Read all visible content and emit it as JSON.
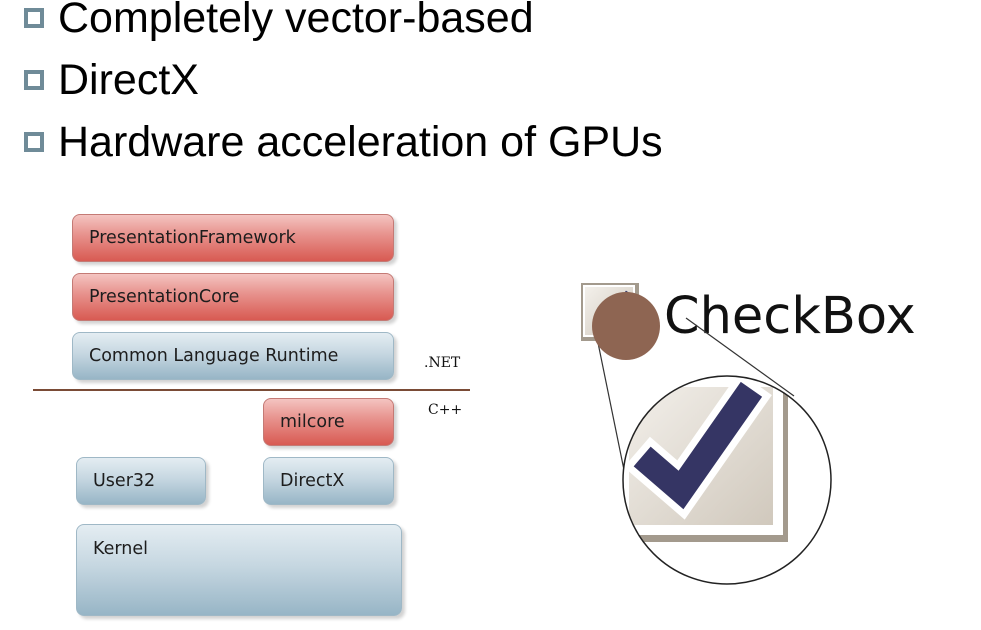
{
  "bullets": [
    {
      "text": "Completely vector-based"
    },
    {
      "text": "DirectX"
    },
    {
      "text": "Hardware acceleration of GPUs"
    }
  ],
  "diagram": {
    "layers": {
      "presentation_framework": "PresentationFramework",
      "presentation_core": "PresentationCore",
      "clr": "Common Language Runtime",
      "milcore": "milcore",
      "user32": "User32",
      "directx": "DirectX",
      "kernel": "Kernel"
    },
    "labels": {
      "managed": ".NET",
      "native": "C++"
    },
    "colors": {
      "managed_layer": "#e06b64",
      "native_layer": "#a9c3d2",
      "divider": "#7a4b36"
    }
  },
  "illustration": {
    "checkbox_label": "CheckBox",
    "icon": "check-mark-icon",
    "colors": {
      "checkmark": "#353564",
      "highlight_dot": "#8e6552",
      "box_shadow": "#a39a8d"
    }
  }
}
